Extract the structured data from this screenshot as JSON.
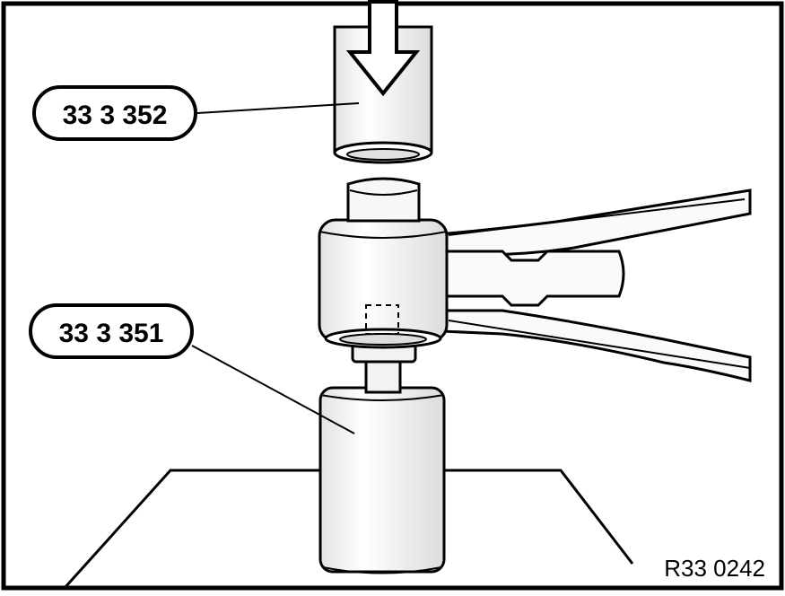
{
  "figure": {
    "callouts": [
      {
        "id": "upper-tool",
        "label": "33 3 352"
      },
      {
        "id": "lower-tool",
        "label": "33 3 351"
      }
    ],
    "reference_code": "R33 0242"
  },
  "colors": {
    "outline": "#000000",
    "part_fill": "#f4f4f4",
    "background": "#ffffff"
  }
}
